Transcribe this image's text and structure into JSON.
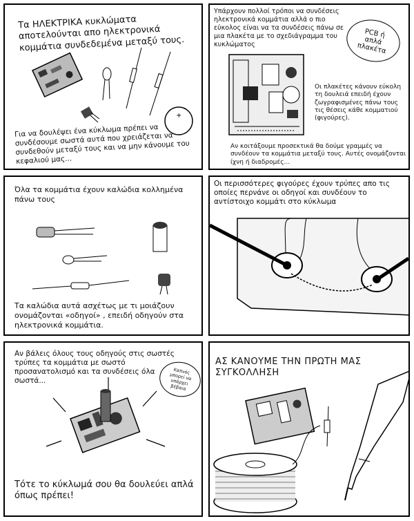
{
  "panel1": {
    "caption_top": "Τα ΗΛΕΚΤΡΙΚΑ κυκλώματα αποτελούνται απο ηλεκτρονικά κομμάτια συνδεδεμένα μεταξύ τους.",
    "caption_bottom": "Για να δουλέψει ένα κύκλωμα πρέπει να συνδέσουμε σωστά αυτά που χρειάζεται να συνδεθούν μεταξύ τους και να μην κάνουμε του κεφαλιού μας..."
  },
  "panel2": {
    "caption_top": "Υπάρχουν πολλοί τρόποι να συνδέσεις ηλεκτρονικά κομμάτια αλλά ο πιο εύκολος είναι να τα συνδέσεις πάνω σε μια πλακέτα με το σχεδιάγραμμα του κυκλώματος",
    "bubble": "PCB ή απλά πλακέτα",
    "caption_right": "Οι πλακέτες κάνουν εύκολη τη δουλειά επειδή έχουν ζωγραφισμένες πάνω τους τις θέσεις κάθε κομματιού (φιγούρες).",
    "caption_bottom": "Αν κοιτάξουμε προσεκτικά θα δούμε γραμμές να συνδέουν τα κομμάτια μεταξύ τους. Αυτές ονομάζονται ίχνη ή διαδρομές..."
  },
  "panel3": {
    "caption_top": "Όλα τα κομμάτια έχουν καλώδια κολλημένα πάνω τους",
    "caption_bottom": "Τα καλώδια αυτά ασχέτως με τι μοιάζουν ονομάζονται «οδηγοί» , επειδή οδηγούν στα ηλεκτρονικά κομμάτια."
  },
  "panel4": {
    "caption": "Οι περισσότερες φιγούρες έχουν τρύπες απο τις οποίες περνάνε οι οδηγοί και συνδέουν το αντίστοιχο κομμάτι στο κύκλωμα"
  },
  "panel5": {
    "caption_top": "Αν βάλεις όλους τους οδηγούς στις σωστές τρύπες τα κομμάτια με σωστό προσανατολισμό και τα συνδέσεις όλα σωστά...",
    "bubble": "Καπνός μπορεί να υπάρχει βέβαια",
    "caption_bottom": "Τότε το κύκλωμά σου θα δουλεύει απλά όπως πρέπει!"
  },
  "panel6": {
    "caption": "ΑΣ ΚΑΝΟΥΜΕ ΤΗΝ ΠΡΩΤΗ ΜΑΣ ΣΥΓΚΟΛΛΗΣΗ"
  }
}
